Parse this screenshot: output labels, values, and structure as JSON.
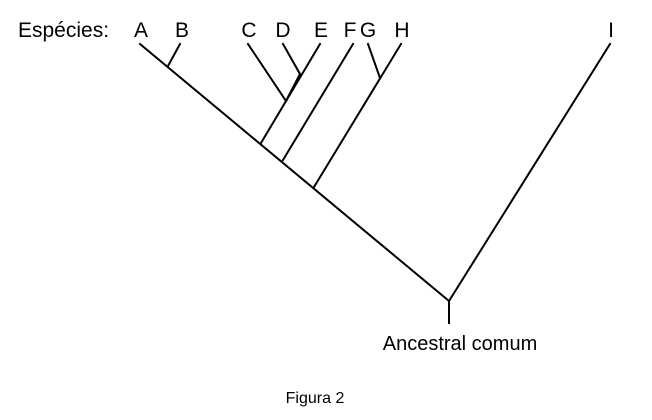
{
  "figure": {
    "row_label": "Espécies:",
    "species": [
      "A",
      "B",
      "C",
      "D",
      "E",
      "F",
      "G",
      "H",
      "I"
    ],
    "root_label": "Ancestral comum",
    "caption": "Figura 2"
  }
}
